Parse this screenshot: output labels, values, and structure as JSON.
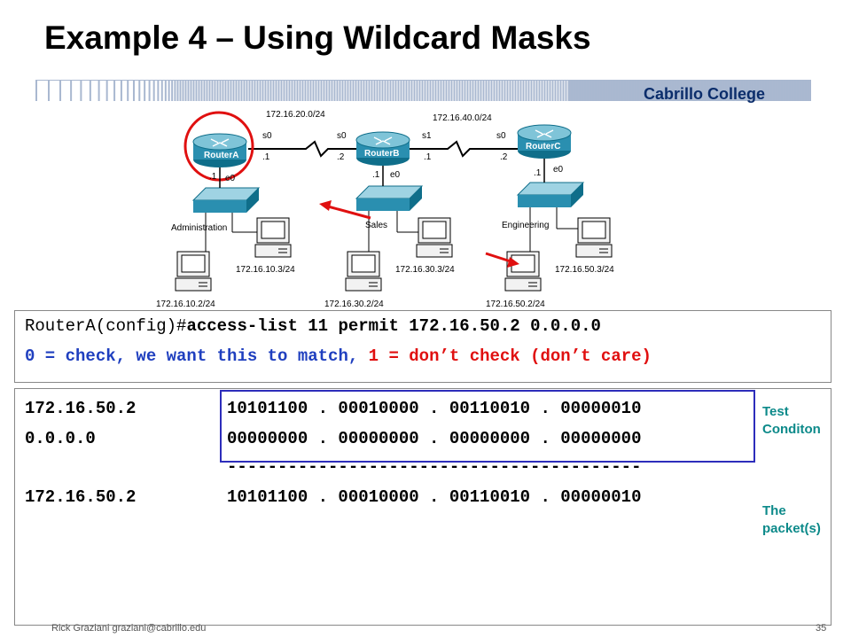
{
  "slide": {
    "title": "Example 4 – Using Wildcard Masks",
    "college": "Cabrillo College",
    "footer": "Rick Graziani  graziani@cabrillo.edu",
    "page_number": "35"
  },
  "network": {
    "networks": {
      "ab": "172.16.20.0/24",
      "bc": "172.16.40.0/24"
    },
    "routers": {
      "a": {
        "name": "RouterA",
        "s0": "s0",
        "s0_ip": ".1",
        "e0": "e0",
        "e0_ip": ".1"
      },
      "b": {
        "name": "RouterB",
        "s0": "s0",
        "s0_ip": ".2",
        "s1": "s1",
        "s1_ip": ".1",
        "e0": "e0",
        "e0_ip": ".1"
      },
      "c": {
        "name": "RouterC",
        "s0": "s0",
        "s0_ip": ".2",
        "e0": "e0",
        "e0_ip": ".1"
      }
    },
    "lans": {
      "a": "Administration",
      "b": "Sales",
      "c": "Engineering"
    },
    "hosts": {
      "a1": "172.16.10.2/24",
      "a2": "172.16.10.3/24",
      "b1": "172.16.30.2/24",
      "b2": "172.16.30.3/24",
      "c1": "172.16.50.2/24",
      "c2": "172.16.50.3/24"
    }
  },
  "command": {
    "prompt": "RouterA(config)#",
    "text": "access-list 11 permit 172.16.50.2 0.0.0.0"
  },
  "legend": {
    "check": "0 = check, we want this to match,",
    "dont_check": "1 = don’t check (don’t care)"
  },
  "calc": {
    "rows": [
      {
        "addr": "172.16.50.2",
        "bits": "10101100 . 00010000 . 00110010 . 00000010"
      },
      {
        "addr": "0.0.0.0",
        "bits": "00000000 . 00000000 . 00000000 . 00000000"
      },
      {
        "addr": "",
        "bits": "-----------------------------------------"
      },
      {
        "addr": "172.16.50.2",
        "bits": "10101100 . 00010000 . 00110010 . 00000010"
      }
    ],
    "test_label_1": "Test",
    "test_label_2": "Conditon",
    "packet_label_1": "The",
    "packet_label_2": "packet(s)"
  },
  "colors": {
    "title": "#000000",
    "college": "#0b2d6b",
    "legend_blue": "#1f3fbf",
    "legend_red": "#e01010",
    "test_box": "#2d2dbb",
    "side_labels": "#0d8a8a",
    "router_highlight": "#e01010",
    "arrow": "#e01010"
  }
}
